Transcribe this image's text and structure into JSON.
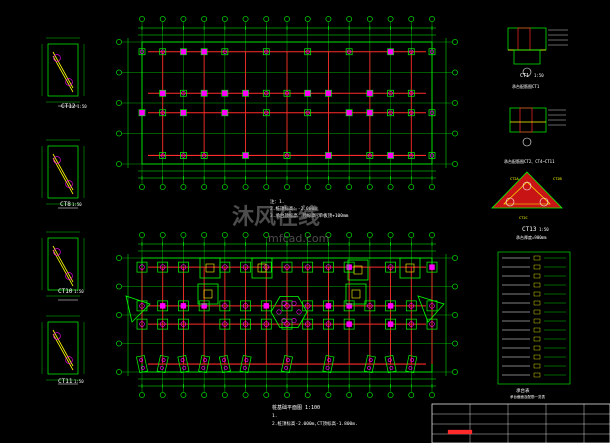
{
  "colors": {
    "background": "#000000",
    "axis": "#00ff00",
    "beam": "#ff2a2a",
    "pile": "#ff00ff",
    "text": "#ffffff",
    "cap": "#ffff00",
    "dim": "#00ffff",
    "watermark": "#8a8a8a"
  },
  "left_details": [
    {
      "label": "CT12",
      "scale": "1:50"
    },
    {
      "label": "CT8",
      "scale": "1:50"
    },
    {
      "label": "CT10",
      "scale": "1:50"
    },
    {
      "label": "CT11",
      "scale": "1:50"
    }
  ],
  "top_plan": {
    "note_lines": [
      "注：1.",
      "  2.桩顶标高：-2.000m",
      "  3.承台顶标高：顶标高-单板顶+100mm"
    ]
  },
  "bottom_plan": {
    "title": "桩基础平面图 1:100",
    "note_lines": [
      "1.",
      "2.桩顶标高-2.000m,CT顶标高-1.800m."
    ]
  },
  "right_details": {
    "ct1_label": "CT1",
    "ct1_scale": "1:50",
    "ct1_caption": "承台配筋图CT1",
    "section_caption": "承台配筋图CT2、CT4~CT11",
    "ct13_label": "CT13",
    "ct13_scale": "1:50",
    "ct13_caption": "承台厚度=900mm",
    "ct13_corner_labels": [
      "CT2A",
      "CT2B",
      "CT2C"
    ],
    "table_title": "承台表",
    "table_subtitle": "承台截面及配筋一览表"
  },
  "title_block": {
    "rows": [
      "",
      "",
      "",
      ""
    ]
  },
  "watermark": {
    "brand": "沐风在线",
    "url": "mfcad.com"
  }
}
